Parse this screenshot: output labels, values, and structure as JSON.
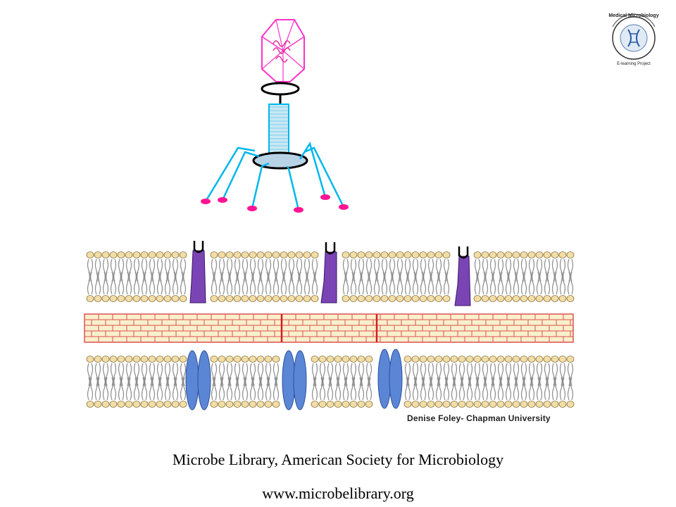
{
  "caption": {
    "line1": "Microbe Library, American Society for Microbiology",
    "line2": "www.microbelibrary.org"
  },
  "credit": "Denise Foley- Chapman University",
  "logo": {
    "text": "Medical Microbiology E-learning Project"
  },
  "colors": {
    "capsid": "#ff33cc",
    "tail": "#00b7ec",
    "tail_fill": "#c7e8f5",
    "foot": "#ff1493",
    "lipid_head": "#f3dda6",
    "lipid_tail": "#8c8c8c",
    "receptor": "#7b44b5",
    "porin": "#5b86d6",
    "peptidoglycan": "#f7f0cc",
    "peptidoglycan_line": "#e05050"
  }
}
